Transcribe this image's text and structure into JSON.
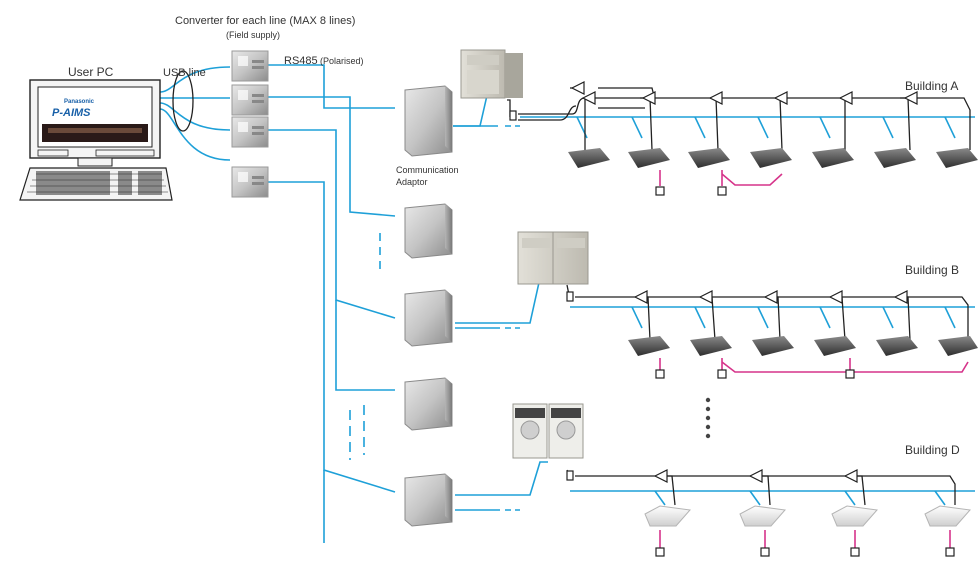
{
  "labels": {
    "converter_title": "Converter for each line (MAX 8 lines)",
    "field_supply": "(Field supply)",
    "rs485": "RS485",
    "polarised": "(Polarised)",
    "user_pc": "User PC",
    "usb_line": "USB line",
    "comm_adaptor_1": "Communication",
    "comm_adaptor_2": "Adaptor",
    "building_a": "Building A",
    "building_b": "Building B",
    "building_d": "Building D"
  },
  "pc_screen": {
    "brand": "Panasonic",
    "product": "P-AIMS"
  },
  "colors": {
    "rs485_line": "#1ea0d8",
    "control_line": "#222222",
    "remote_link": "#d6338a"
  }
}
